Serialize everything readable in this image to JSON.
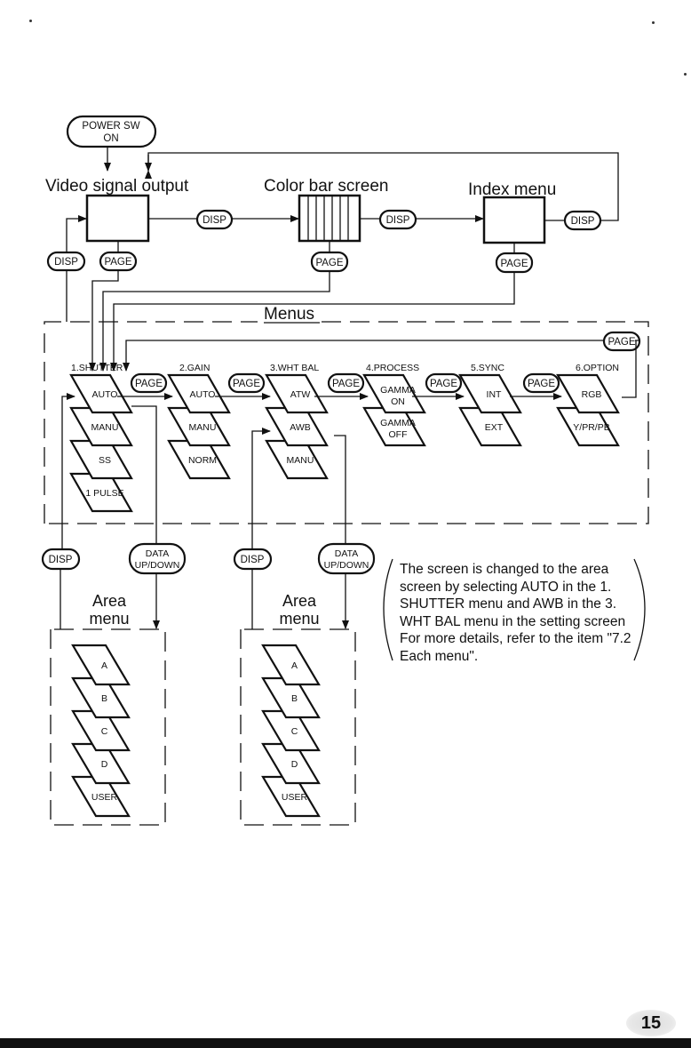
{
  "top": {
    "power_switch": [
      "POWER SW",
      "ON"
    ],
    "video_output_title": "Video signal output",
    "color_bar_title": "Color bar screen",
    "index_menu_title": "Index menu",
    "disp": "DISP",
    "page": "PAGE"
  },
  "menus": {
    "title": "Menus",
    "columns": [
      {
        "heading": "1.SHUTTER",
        "items": [
          "AUTO",
          "MANU",
          "SS",
          "1 PULSE"
        ]
      },
      {
        "heading": "2.GAIN",
        "items": [
          "AUTO",
          "MANU",
          "NORM"
        ]
      },
      {
        "heading": "3.WHT BAL",
        "items": [
          "ATW",
          "AWB",
          "MANU"
        ]
      },
      {
        "heading": "4.PROCESS",
        "items": [
          "GAMMA ON",
          "GAMMA OFF"
        ]
      },
      {
        "heading": "5.SYNC",
        "items": [
          "INT",
          "EXT"
        ]
      },
      {
        "heading": "6.OPTION",
        "items": [
          "RGB",
          "Y/PR/PB"
        ]
      }
    ]
  },
  "area": {
    "title": [
      "Area",
      "menu"
    ],
    "data_button": [
      "DATA",
      "UP/DOWN"
    ],
    "items": [
      "A",
      "B",
      "C",
      "D",
      "USER"
    ]
  },
  "note": {
    "lines": [
      "The screen is changed to the area",
      "screen by selecting AUTO in the 1.",
      "SHUTTER menu and AWB in the 3.",
      "WHT BAL menu in the setting screen",
      "For more details, refer to the item \"7.2",
      "Each menu\"."
    ]
  },
  "page_number": "15"
}
